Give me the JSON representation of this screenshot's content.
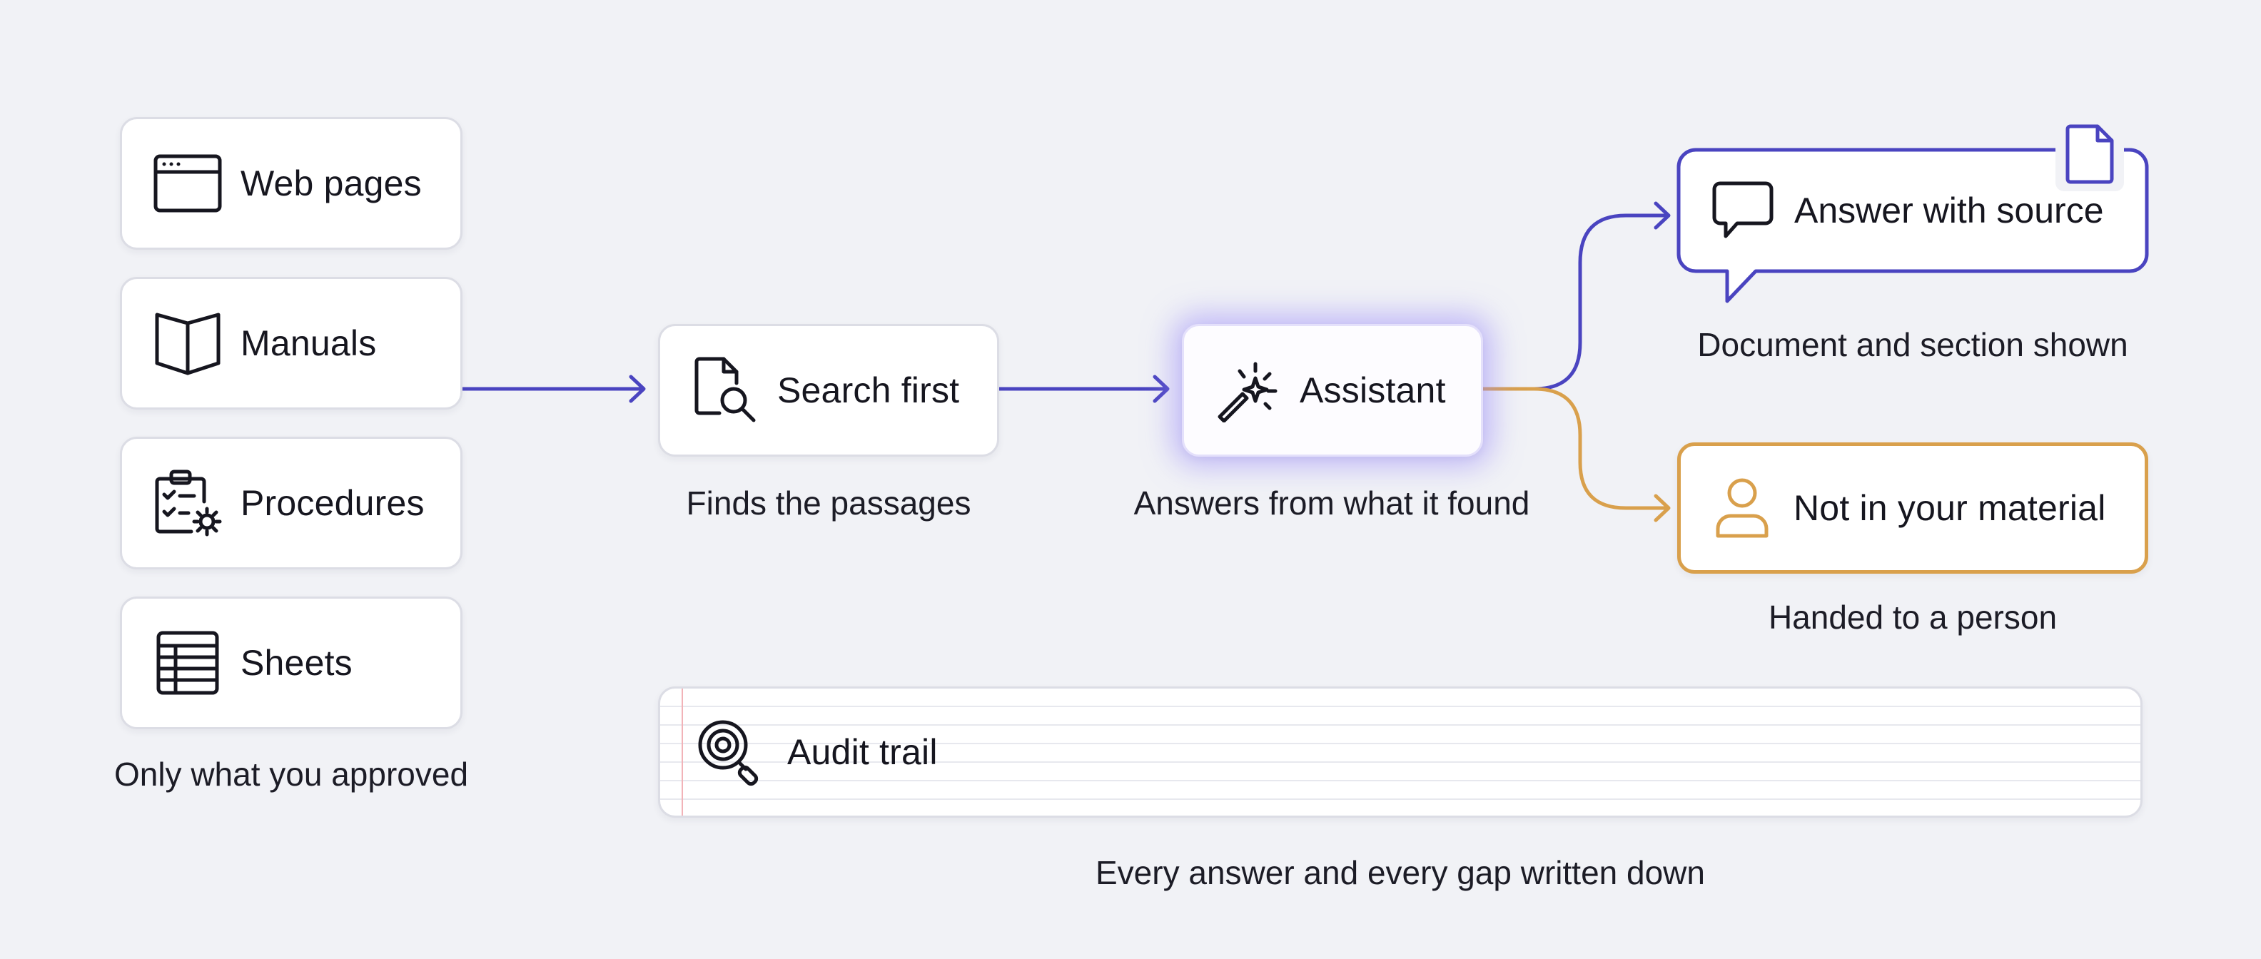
{
  "colors": {
    "background": "#f1f2f6",
    "accent": "#4a44c0",
    "warning": "#d9a04c",
    "card_border": "#dcdde5",
    "text": "#16161f"
  },
  "sources": {
    "items": [
      {
        "label": "Web pages",
        "icon": "browser-window-icon"
      },
      {
        "label": "Manuals",
        "icon": "open-book-icon"
      },
      {
        "label": "Procedures",
        "icon": "clipboard-checklist-gear-icon"
      },
      {
        "label": "Sheets",
        "icon": "spreadsheet-icon"
      }
    ],
    "caption": "Only what you approved"
  },
  "search": {
    "label": "Search first",
    "icon": "document-search-icon",
    "caption": "Finds the passages"
  },
  "assistant": {
    "label": "Assistant",
    "icon": "magic-wand-icon",
    "caption": "Answers from what it found"
  },
  "answer": {
    "label": "Answer with source",
    "icon": "speech-bubble-icon",
    "badge_icon": "document-icon",
    "caption": "Document and section shown"
  },
  "fallback": {
    "label": "Not in your material",
    "icon": "person-icon",
    "caption": "Handed to a person"
  },
  "audit": {
    "label": "Audit trail",
    "icon": "magnifier-target-icon",
    "caption": "Every answer and every gap written down"
  }
}
